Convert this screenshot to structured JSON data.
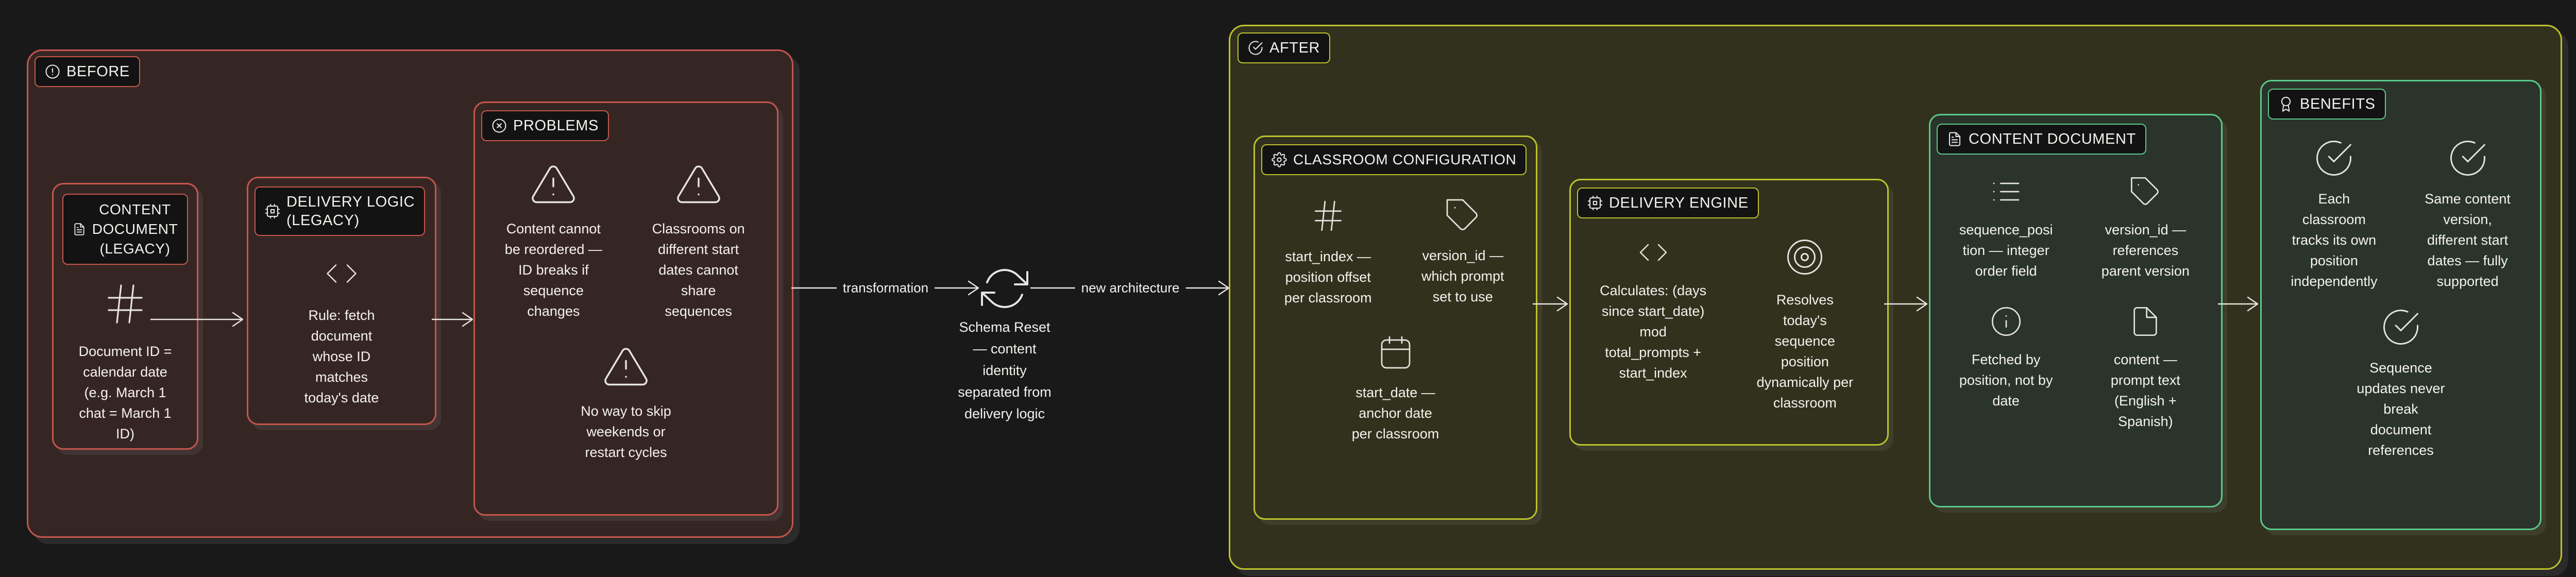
{
  "colors": {
    "page_bg": "#191919",
    "before_fill": "#362623",
    "before_accent": "#c5564d",
    "after_fill": "#32311d",
    "after_accent": "#bcc32d",
    "green_fill": "#2a342b",
    "green_accent": "#5bc98b",
    "chip_bg": "#131313",
    "text": "#f4f2ee",
    "icon_stroke": "#e6e4e0"
  },
  "icons": {
    "alert-circle": "ⓘ!",
    "x-circle": "⊗",
    "check-circle": "✓",
    "cpu": "▣",
    "file-text": "🗎",
    "hash": "#",
    "code": "‹ ›",
    "alert-triangle": "⚠",
    "refresh": "⟳",
    "gear": "⚙",
    "tag": "🏷",
    "calendar": "🗓",
    "target": "◎",
    "list": "☰",
    "info": "ⓘ",
    "file": "🗋",
    "award": "🏅"
  },
  "before": {
    "label": "BEFORE",
    "content_doc": {
      "title": "CONTENT\nDOCUMENT\n(LEGACY)",
      "body": "Document ID =\ncalendar date\n(e.g. March 1\nchat = March 1\nID)"
    },
    "delivery_logic": {
      "title": "DELIVERY LOGIC\n(LEGACY)",
      "body": "Rule: fetch\ndocument\nwhose ID\nmatches\ntoday's date"
    },
    "problems": {
      "title": "PROBLEMS",
      "items": [
        {
          "icon": "alert-triangle",
          "text": "Content cannot\nbe reordered —\nID breaks if\nsequence\nchanges"
        },
        {
          "icon": "alert-triangle",
          "text": "Classrooms on\ndifferent start\ndates cannot\nshare\nsequences"
        },
        {
          "icon": "alert-triangle",
          "text": "No way to skip\nweekends or\nrestart cycles"
        }
      ]
    }
  },
  "transformation": {
    "label_left": "transformation",
    "label_right": "new architecture",
    "caption": "Schema Reset\n— content\nidentity\nseparated from\ndelivery logic"
  },
  "after": {
    "label": "AFTER",
    "classroom_config": {
      "title": "CLASSROOM CONFIGURATION",
      "items": [
        {
          "icon": "hash",
          "text": "start_index —\nposition offset\nper classroom"
        },
        {
          "icon": "tag",
          "text": "version_id —\nwhich prompt\nset to use"
        },
        {
          "icon": "calendar",
          "text": "start_date —\nanchor date\nper classroom"
        }
      ]
    },
    "delivery_engine": {
      "title": "DELIVERY ENGINE",
      "items": [
        {
          "icon": "code",
          "text": "Calculates: (days\nsince start_date)\nmod\ntotal_prompts +\nstart_index"
        },
        {
          "icon": "target",
          "text": "Resolves\ntoday's\nsequence\nposition\ndynamically per\nclassroom"
        }
      ]
    },
    "content_document": {
      "title": "CONTENT DOCUMENT",
      "items": [
        {
          "icon": "list",
          "text": "sequence_posi\ntion — integer\norder field"
        },
        {
          "icon": "tag",
          "text": "version_id —\nreferences\nparent version"
        },
        {
          "icon": "info",
          "text": "Fetched by\nposition, not by\ndate"
        },
        {
          "icon": "file",
          "text": "content —\nprompt text\n(English +\nSpanish)"
        }
      ]
    },
    "benefits": {
      "title": "BENEFITS",
      "items": [
        {
          "icon": "check-circle",
          "text": "Each\nclassroom\ntracks its own\nposition\nindependently"
        },
        {
          "icon": "check-circle",
          "text": "Same content\nversion,\ndifferent start\ndates — fully\nsupported"
        },
        {
          "icon": "check-circle",
          "text": "Sequence\nupdates never\nbreak\ndocument\nreferences"
        }
      ]
    }
  }
}
